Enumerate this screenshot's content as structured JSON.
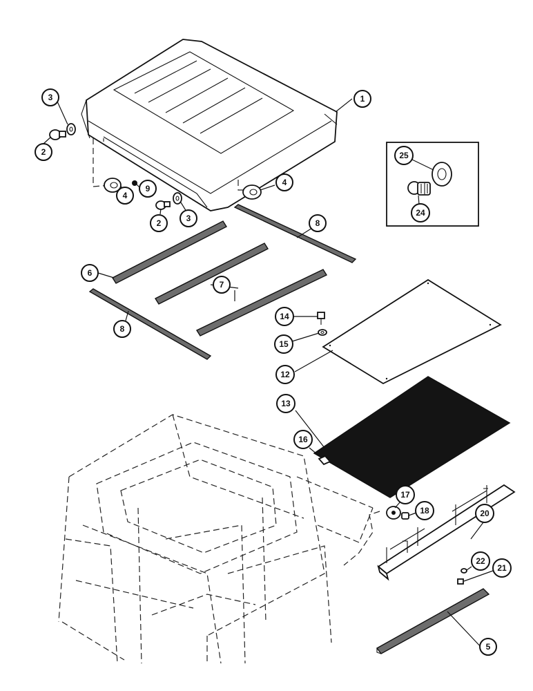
{
  "diagram": {
    "callouts": [
      {
        "id": "c1",
        "label": "1"
      },
      {
        "id": "c2a",
        "label": "2"
      },
      {
        "id": "c2b",
        "label": "2"
      },
      {
        "id": "c3a",
        "label": "3"
      },
      {
        "id": "c3b",
        "label": "3"
      },
      {
        "id": "c4a",
        "label": "4"
      },
      {
        "id": "c4b",
        "label": "4"
      },
      {
        "id": "c5",
        "label": "5"
      },
      {
        "id": "c6",
        "label": "6"
      },
      {
        "id": "c7",
        "label": "7"
      },
      {
        "id": "c8a",
        "label": "8"
      },
      {
        "id": "c8b",
        "label": "8"
      },
      {
        "id": "c9",
        "label": "9"
      },
      {
        "id": "c12",
        "label": "12"
      },
      {
        "id": "c13",
        "label": "13"
      },
      {
        "id": "c14",
        "label": "14"
      },
      {
        "id": "c15",
        "label": "15"
      },
      {
        "id": "c16",
        "label": "16"
      },
      {
        "id": "c17",
        "label": "17"
      },
      {
        "id": "c18",
        "label": "18"
      },
      {
        "id": "c20",
        "label": "20"
      },
      {
        "id": "c21",
        "label": "21"
      },
      {
        "id": "c22",
        "label": "22"
      },
      {
        "id": "c24",
        "label": "24"
      },
      {
        "id": "c25",
        "label": "25"
      }
    ]
  }
}
